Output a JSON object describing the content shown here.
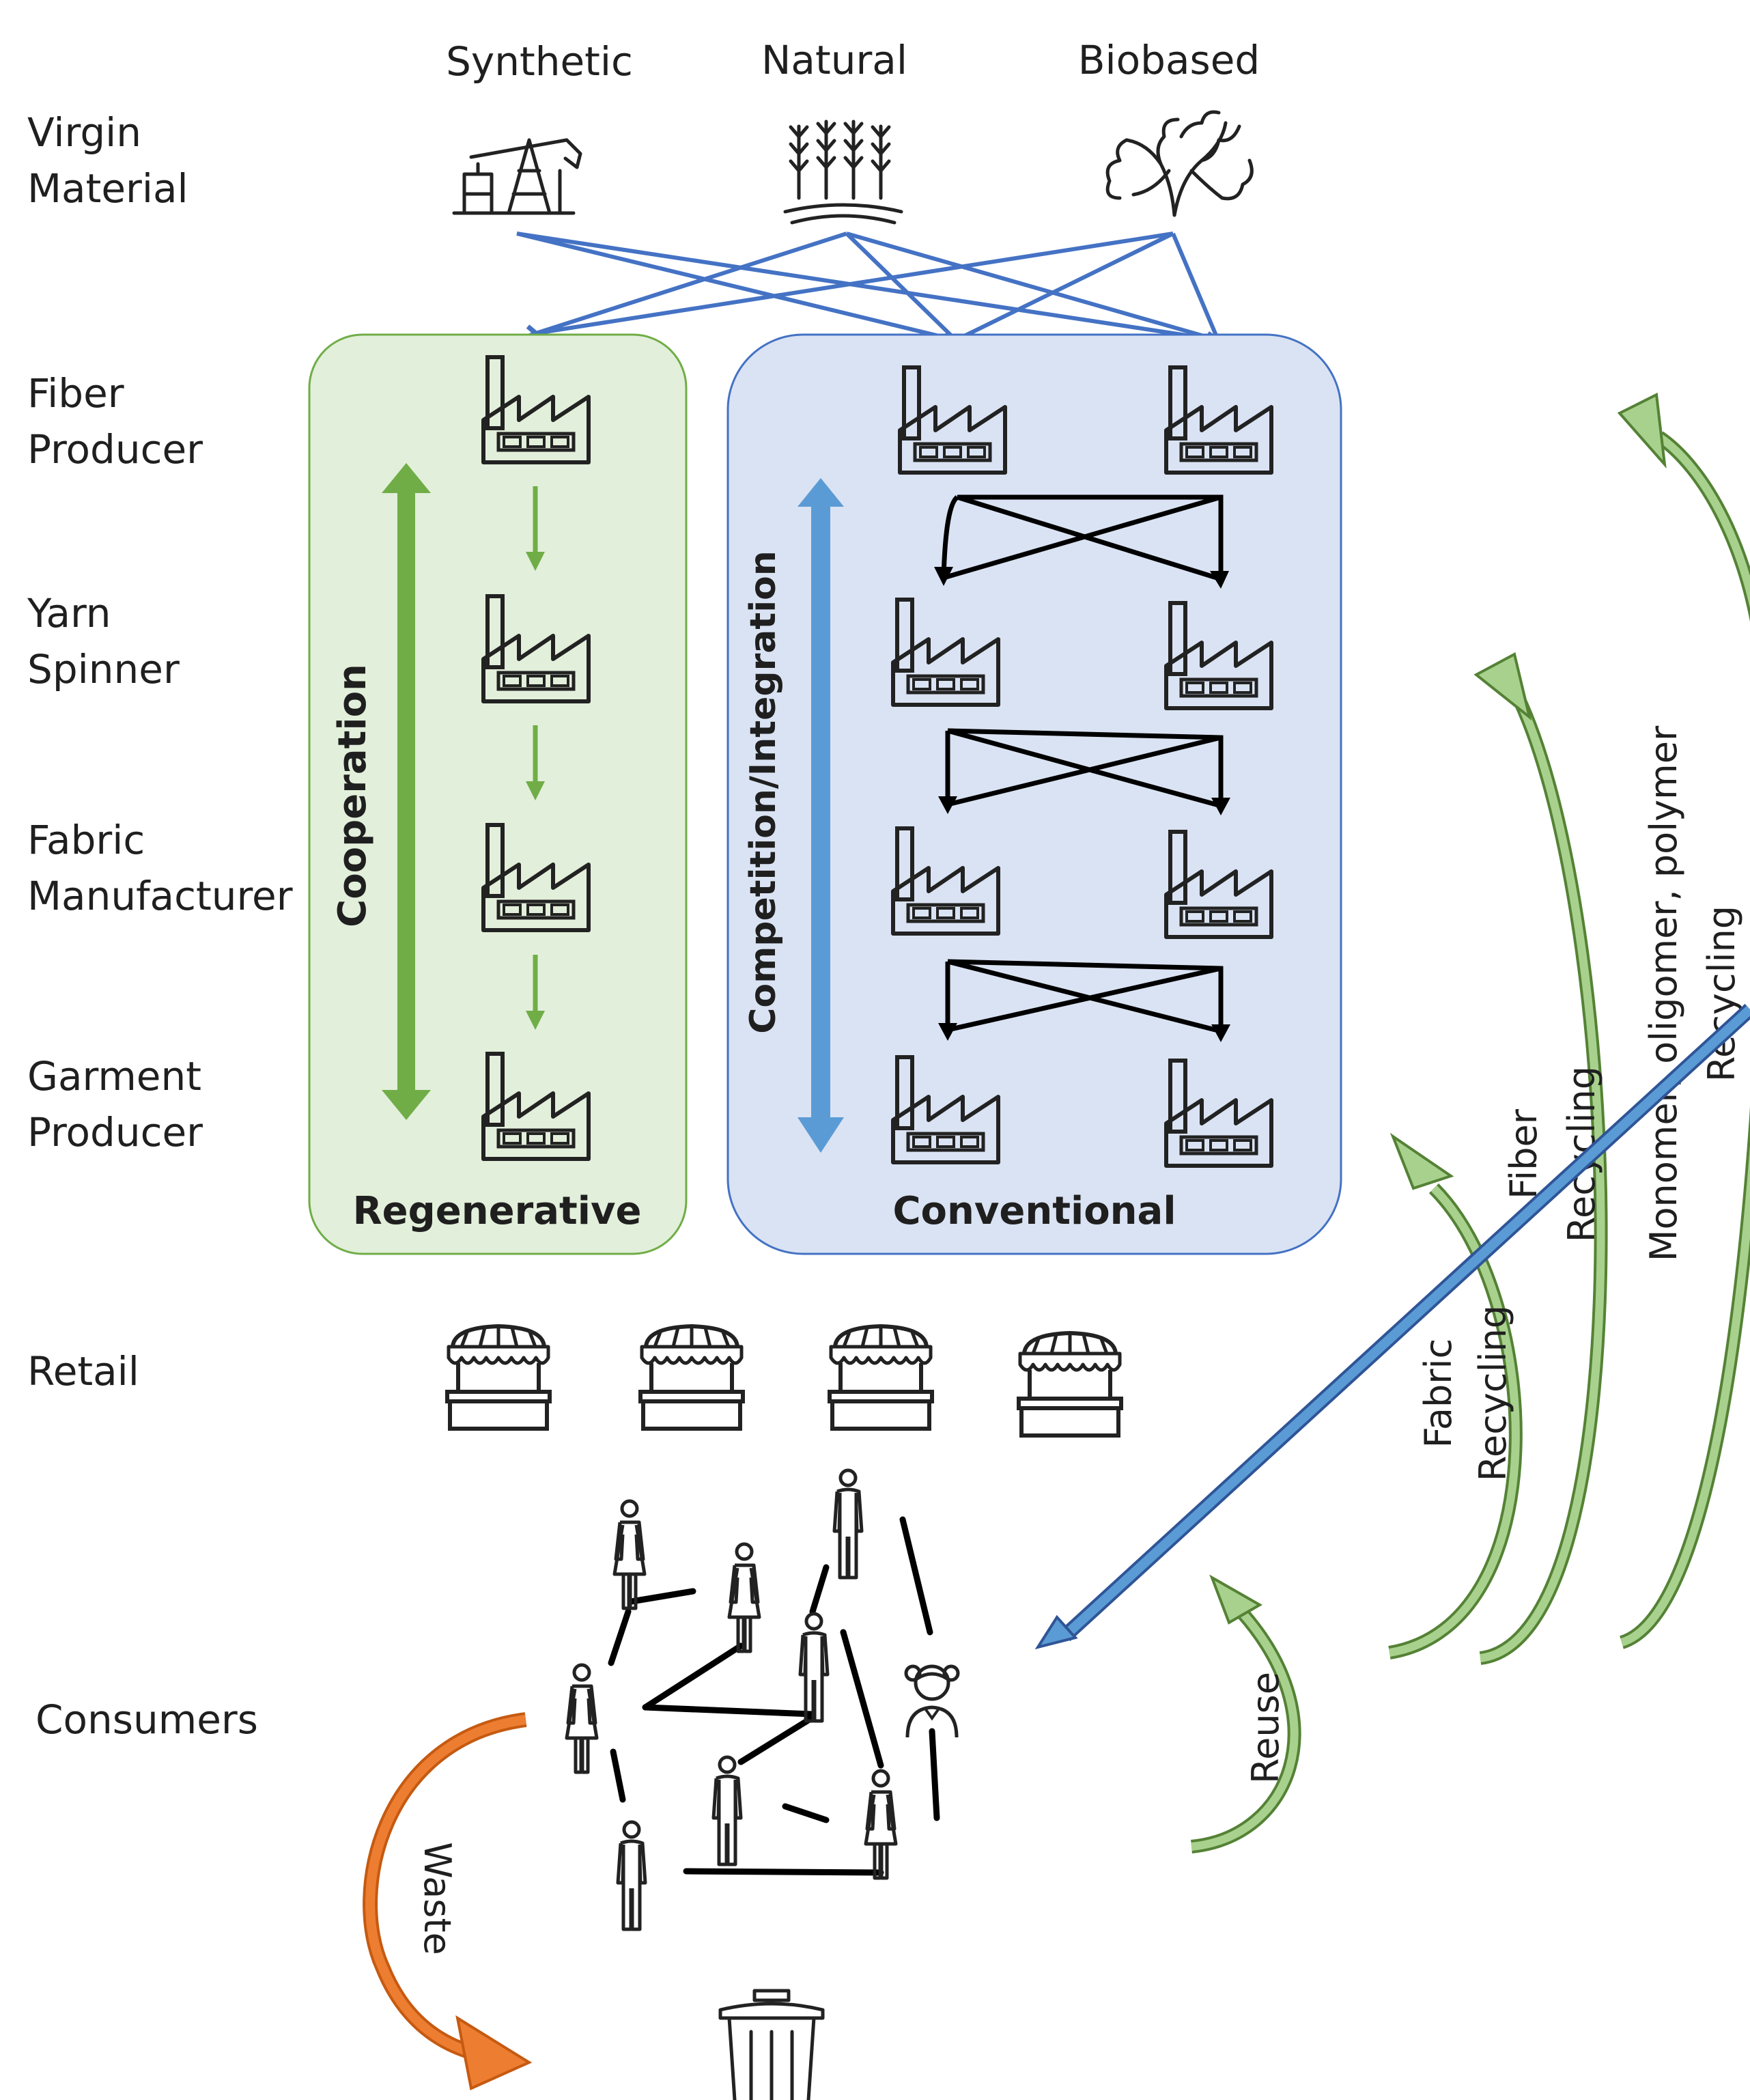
{
  "materials": {
    "synthetic": "Synthetic",
    "natural": "Natural",
    "biobased": "Biobased"
  },
  "stages": {
    "virgin": [
      "Virgin",
      "Material"
    ],
    "fiber": [
      "Fiber",
      "Producer"
    ],
    "yarn": [
      "Yarn",
      "Spinner"
    ],
    "fabric": [
      "Fabric",
      "Manufacturer"
    ],
    "garment": [
      "Garment",
      "Producer"
    ],
    "retail": "Retail",
    "consumers": "Consumers"
  },
  "regenerative": {
    "title": "Regenerative",
    "arrow_label": "Cooperation",
    "fill": "#e2efda",
    "stroke": "#70ad47"
  },
  "conventional": {
    "title": "Conventional",
    "arrow_label": "Competition/Integration",
    "fill": "#dae3f3",
    "stroke": "#4472c4"
  },
  "loops": {
    "waste": "Waste",
    "reuse": "Reuse",
    "fabric_recycling": [
      "Fabric",
      "Recycling"
    ],
    "fiber_recycling": [
      "Fiber",
      "Recycling"
    ],
    "monomer_recycling": [
      "Monomer, oligomer, polymer",
      "Recycling"
    ]
  },
  "icons": {
    "pumpjack": "pumpjack-icon",
    "wheat": "wheat-icon",
    "plant": "seaweed-icon",
    "factory": "factory-icon",
    "shop": "shop-icon",
    "person": "person-icon",
    "trash": "trash-bin-icon"
  },
  "colors": {
    "green": "#70ad47",
    "blue": "#4472c4",
    "orange": "#c55a11",
    "dark": "#000000"
  }
}
